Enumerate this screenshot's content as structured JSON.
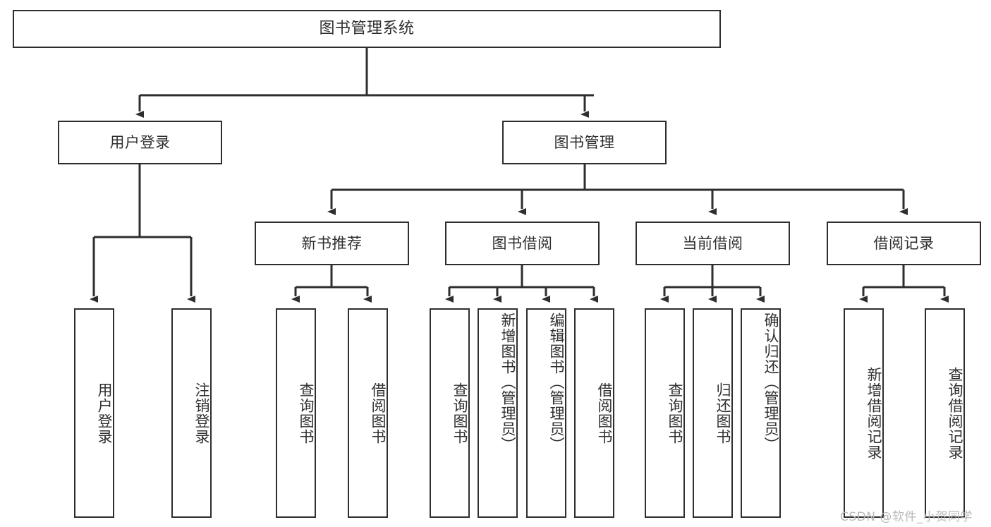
{
  "diagram": {
    "title": "图书管理系统",
    "type": "tree",
    "root": {
      "label": "图书管理系统"
    },
    "level2": [
      {
        "label": "用户登录"
      },
      {
        "label": "图书管理"
      }
    ],
    "level3": [
      {
        "label": "新书推荐"
      },
      {
        "label": "图书借阅"
      },
      {
        "label": "当前借阅"
      },
      {
        "label": "借阅记录"
      }
    ],
    "leaves": {
      "user_login": [
        {
          "label": "用户登录"
        },
        {
          "label": "注销登录"
        }
      ],
      "new_book_recommend": [
        {
          "label": "查询图书"
        },
        {
          "label": "借阅图书"
        }
      ],
      "book_borrow": [
        {
          "label": "查询图书"
        },
        {
          "label": "新增图书（管理员）"
        },
        {
          "label": "编辑图书（管理员）"
        },
        {
          "label": "借阅图书"
        }
      ],
      "current_borrow": [
        {
          "label": "查询图书"
        },
        {
          "label": "归还图书"
        },
        {
          "label": "确认归还（管理员）"
        }
      ],
      "borrow_record": [
        {
          "label": "新增借阅记录"
        },
        {
          "label": "查询借阅记录"
        }
      ]
    }
  },
  "watermark": {
    "text": "CSDN @软件_小贺同学"
  },
  "colors": {
    "stroke": "#2e2e2e",
    "fill": "#ffffff",
    "text": "#2f2f2f",
    "watermark": "#b9b9b9"
  }
}
